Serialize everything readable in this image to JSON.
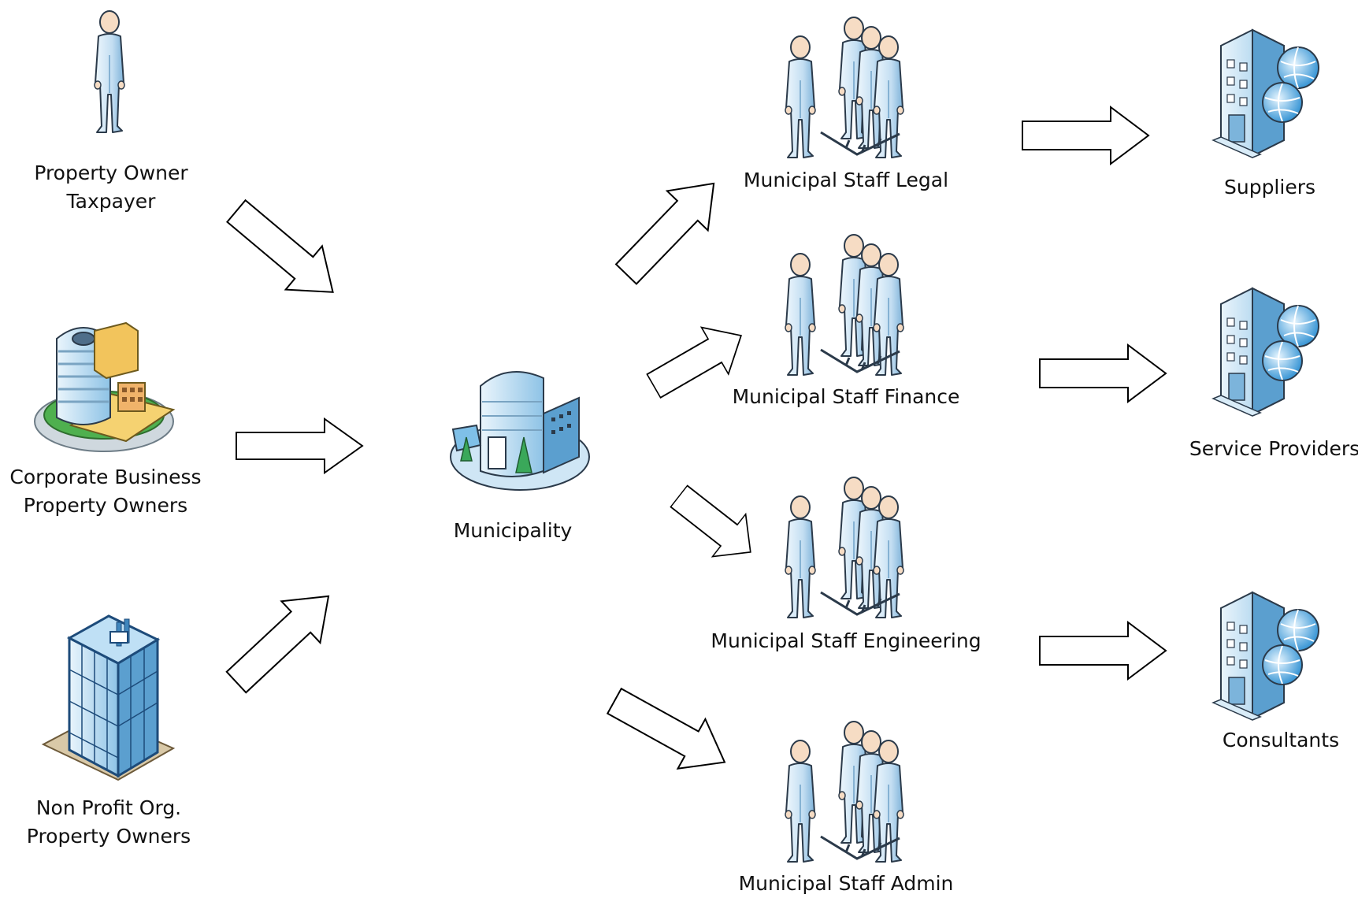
{
  "nodes": {
    "taxpayer": {
      "line1": "Property Owner",
      "line2": "Taxpayer",
      "icon": "person-icon"
    },
    "corporate": {
      "line1": "Corporate Business",
      "line2": "Property Owners",
      "icon": "office-campus-icon"
    },
    "nonprofit": {
      "line1": "Non Profit Org.",
      "line2": "Property Owners",
      "icon": "office-tower-icon"
    },
    "municipality": {
      "label": "Municipality",
      "icon": "city-hall-icon"
    },
    "staff_legal": {
      "label": "Municipal Staff Legal",
      "icon": "staff-group-icon"
    },
    "staff_finance": {
      "label": "Municipal Staff Finance",
      "icon": "staff-group-icon"
    },
    "staff_engineering": {
      "label": "Municipal Staff Engineering",
      "icon": "staff-group-icon"
    },
    "staff_admin": {
      "label": "Municipal Staff Admin",
      "icon": "staff-group-icon"
    },
    "suppliers": {
      "label": "Suppliers",
      "icon": "web-building-icon"
    },
    "service_providers": {
      "label": "Service Providers",
      "icon": "web-building-icon"
    },
    "consultants": {
      "label": "Consultants",
      "icon": "web-building-icon"
    }
  },
  "colors": {
    "person_fill": "#d4e9f7",
    "person_shade": "#7fb3d9",
    "skin": "#f6dcc4",
    "outline": "#2b3a4a",
    "building_light": "#dceef9",
    "building_dark": "#3f86bd",
    "globe": "#4aa3df"
  }
}
